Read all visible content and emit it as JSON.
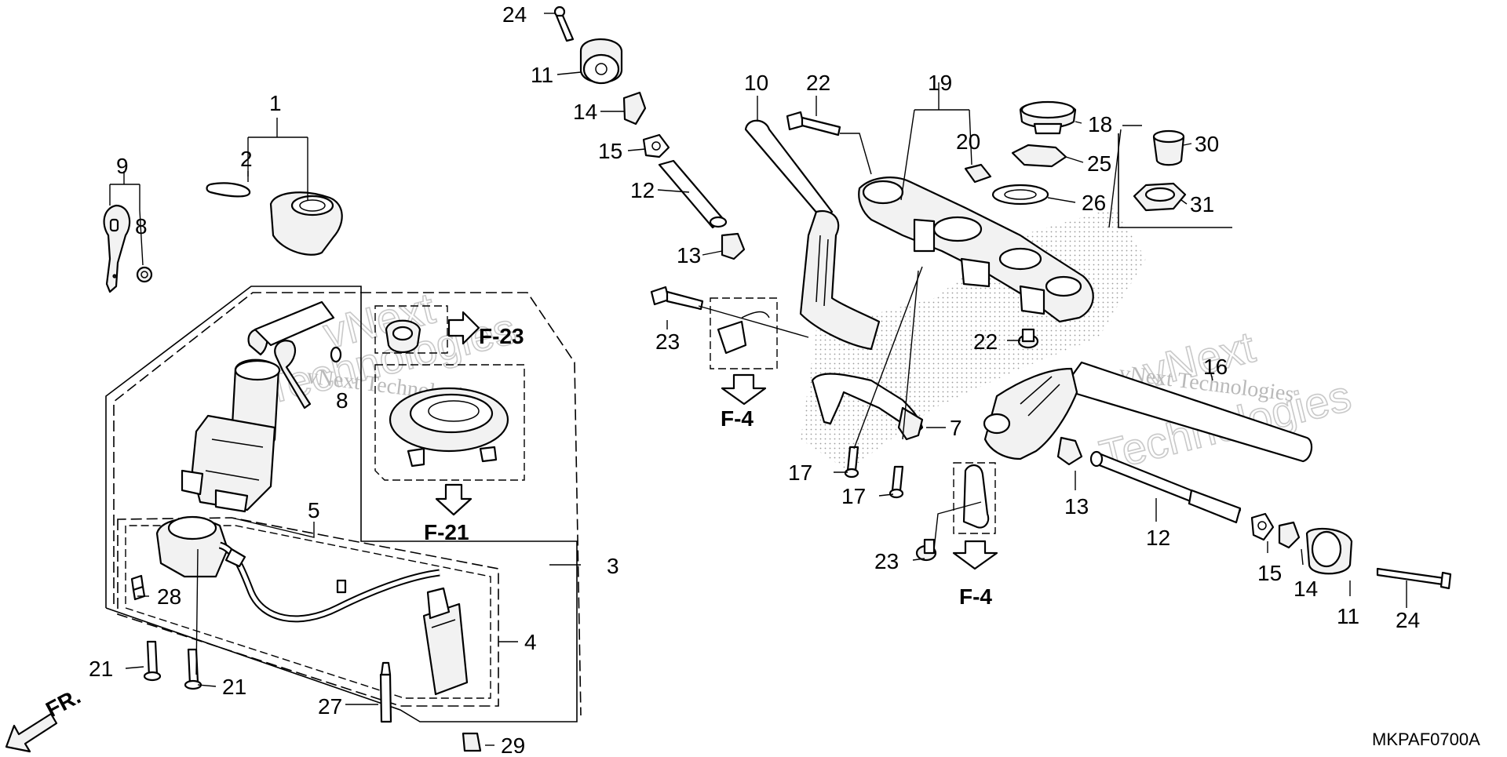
{
  "diagram": {
    "drawing_code": "MKPAF0700A",
    "front_marker": "FR.",
    "watermark_text": "vNext Technologies",
    "watermark_big_1": "vNext",
    "watermark_big_2": "Technologies",
    "labels": {
      "n1": "1",
      "n2": "2",
      "n3": "3",
      "n4": "4",
      "n5": "5",
      "n7": "7",
      "n8a": "8",
      "n8b": "8",
      "n9": "9",
      "n10": "10",
      "n11a": "11",
      "n11b": "11",
      "n12a": "12",
      "n12b": "12",
      "n13a": "13",
      "n13b": "13",
      "n14a": "14",
      "n14b": "14",
      "n15a": "15",
      "n15b": "15",
      "n16": "16",
      "n17a": "17",
      "n17b": "17",
      "n18": "18",
      "n19": "19",
      "n20": "20",
      "n21a": "21",
      "n21b": "21",
      "n22a": "22",
      "n22b": "22",
      "n23a": "23",
      "n23b": "23",
      "n24a": "24",
      "n24b": "24",
      "n25": "25",
      "n26": "26",
      "n27": "27",
      "n28": "28",
      "n29": "29",
      "n30": "30",
      "n31": "31"
    },
    "refs": {
      "f23": "F-23",
      "f21": "F-21",
      "f4a": "F-4",
      "f4b": "F-4"
    }
  }
}
